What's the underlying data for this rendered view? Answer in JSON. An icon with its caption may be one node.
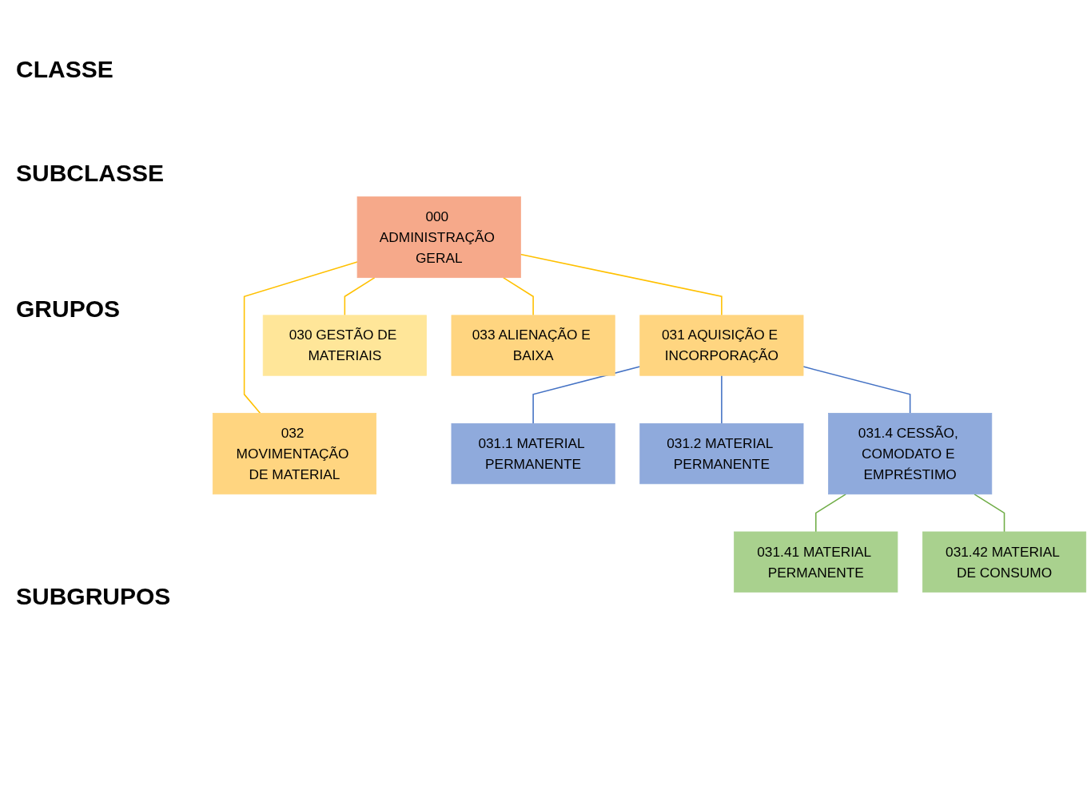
{
  "diagram": {
    "nodes": [
      {
        "text": [
          "000 ADMINISTRAÇÃO GERAL"
        ]
      },
      {
        "text": [
          "030 GESTÃO DE MATERIAIS"
        ]
      },
      {
        "text": [
          "031 AQUISIÇÃO E INCORPORAÇÃO"
        ]
      },
      {
        "text": [
          "032 MOVIMENTAÇÃO DE MATERIAL"
        ]
      },
      {
        "text": [
          "033 ALIENAÇÃO E BAIXA"
        ]
      },
      {
        "text": [
          "031.1 MATERIAL PERMANENTE"
        ]
      },
      {
        "text": [
          "031.2 MATERIAL PERMANENTE"
        ]
      },
      {
        "text": [
          "031.4 CESSÃO, COMODATO E EMPRÉSTIMO"
        ]
      },
      {
        "text": [
          "031.41 MATERIAL PERMANENTE"
        ]
      },
      {
        "text": [
          "031.42 MATERIAL DE CONSUMO"
        ]
      }
    ],
    "edges": [
      {
        "from": 0,
        "to": 1,
        "arrow": "none",
        "color": "#ffc000"
      },
      {
        "from": 0,
        "to": 2,
        "arrow": "none",
        "color": "#ffc000"
      },
      {
        "from": 0,
        "to": 3,
        "arrow": "none",
        "color": "#ffc000"
      },
      {
        "from": 0,
        "to": 4,
        "arrow": "none",
        "color": "#ffc000"
      },
      {
        "from": 2,
        "to": 5,
        "arrow": "none",
        "color": "#4472c4"
      },
      {
        "from": 2,
        "to": 6,
        "arrow": "none",
        "color": "#4472c4"
      },
      {
        "from": 2,
        "to": 7,
        "arrow": "none",
        "color": "#4472c4"
      },
      {
        "from": 7,
        "to": 8,
        "arrow": "none",
        "color": "#70ad47"
      },
      {
        "from": 7,
        "to": 9,
        "arrow": "none",
        "color": "#70ad47"
      }
    ],
    "labels": [
      "CLASSE",
      "SUBCLASSE",
      "GRUPOS",
      "SUBGRUPOS"
    ]
  }
}
